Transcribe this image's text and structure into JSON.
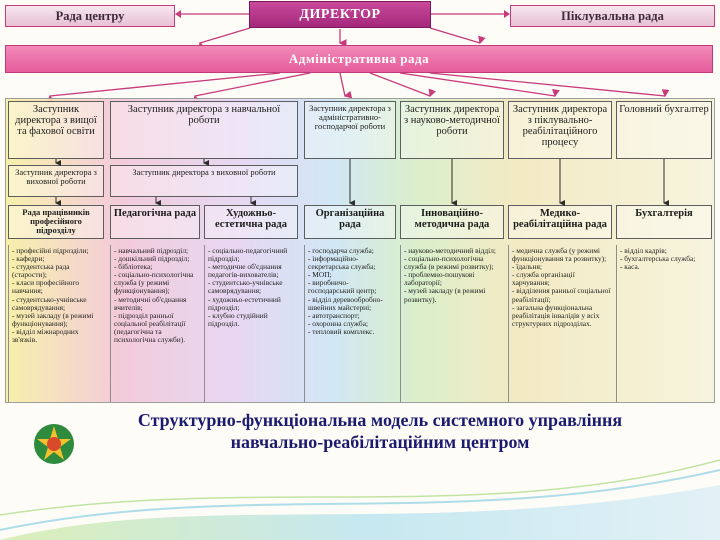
{
  "top": {
    "rada_centru": "Рада центру",
    "director": "ДИРЕКТОР",
    "board": "Піклувальна рада",
    "admin": "Адміністративна рада"
  },
  "deputies": [
    "Заступник директора з вищої та фахової освіти",
    "Заступник директора з навчальної роботи",
    "Заступник директора з адміністративно-господарчої роботи",
    "Заступник директора з науково-методичної роботи",
    "Заступник директора з піклувально-реабілітаційного процесу",
    "Головний бухгалтер"
  ],
  "sub_deputies": [
    "Заступник директора з виховної роботи",
    "Заступник директора з виховної роботи"
  ],
  "councils": [
    "Рада працівників професійного підрозділу",
    "Педагогічна рада",
    "Художньо-естетична рада",
    "Організаційна рада",
    "Інноваційно-методична рада",
    "Медико-реабілітаційна рада",
    "Бухгалтерія"
  ],
  "lists": [
    [
      "- професійні підрозділи;",
      "- кафедри;",
      "- студентська рада (старости);",
      "- класи професійного навчання;",
      "- студентсько-учнівське самоврядування;",
      "- музей закладу (в режимі функціонування);",
      "- відділ міжнародних зв'язків."
    ],
    [
      "- навчальний підрозділ;",
      "- дошкільний підрозділ;",
      "- бібліотека;",
      "- соціально-психологічна служба (у режимі функціонування);",
      "- методичні об'єднання вчителів;",
      "- підрозділ ранньої соціальної реабілітації (педагогічна та психологічна служби)."
    ],
    [
      "- соціально-педагогічний підрозділ;",
      "- методичне об'єднання педагогів-вихователів;",
      "- студентсько-учнівське самоврядування;",
      "- художньо-естетичний підрозділ;",
      "- клубно студійний підрозділ."
    ],
    [
      "- господарча служба;",
      "- інформаційно-секретарська служба;",
      "- МОП;",
      "- виробничо-господарський центр;",
      "- відділ деревообробно-швейних майстерні;",
      "- автотранспорт;",
      "- охоронна служба;",
      "- тепловий комплекс."
    ],
    [
      "- науково-методичний відділ;",
      "- соціально-психологічна служба (в режимі розвитку);",
      "- проблемно-пошукові лабораторії;",
      "- музей закладу (в режимі розвитку)."
    ],
    [
      "- медична служба (у режимі функціонування та розвитку);",
      "- їдальня;",
      "- служба організації харчування;",
      "- відділення ранньої соціальної реабілітації;",
      "- загальна функціональна реабілітація інвалідів у всіх структурних підрозділах."
    ],
    [
      "- відділ кадрів;",
      "- бухгалтерська служба;",
      "- каса."
    ]
  ],
  "caption": {
    "line1": "Структурно-функціональна модель системного управління",
    "line2": "навчально-реабілітаційним центром"
  }
}
